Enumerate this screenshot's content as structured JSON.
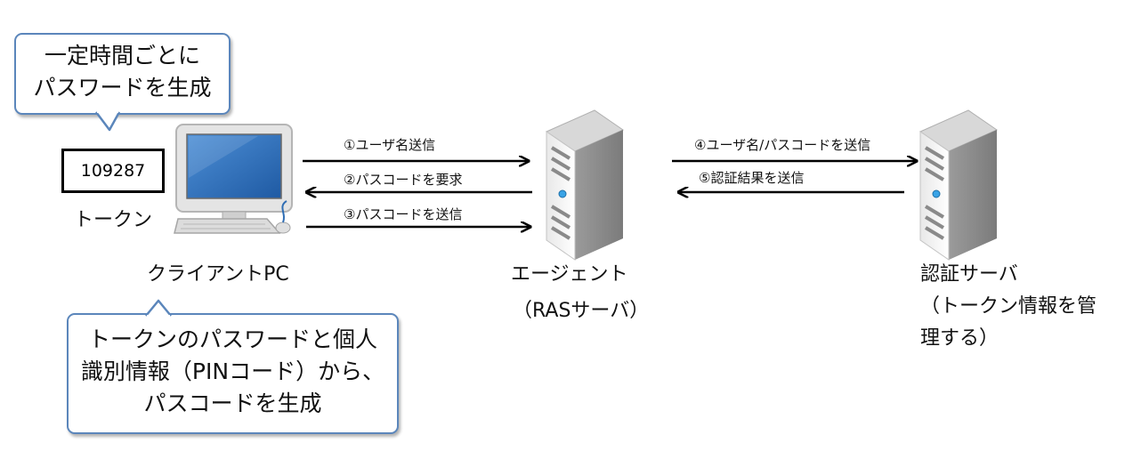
{
  "callout_top": {
    "lines": [
      "一定時間ごとに",
      "パスワードを生成"
    ]
  },
  "token": {
    "code": "109287",
    "label": "トークン"
  },
  "client": {
    "label": "クライアントPC"
  },
  "callout_bottom": {
    "lines": [
      "トークンのパスワードと個人",
      "識別情報（PINコード）から、",
      "パスコードを生成"
    ]
  },
  "agent": {
    "label": "エージェント",
    "sublabel": "（RASサーバ）"
  },
  "auth_server": {
    "lines": [
      "認証サーバ",
      "（トークン情報を管",
      "理する）"
    ]
  },
  "messages": {
    "m1": "①ユーザ名送信",
    "m2": "②パスコードを要求",
    "m3": "③パスコードを送信",
    "m4": "④ユーザ名/パスコードを送信",
    "m5": "⑤認証結果を送信"
  },
  "colors": {
    "callout_border": "#5b86bb",
    "arrow": "#000000",
    "monitor_screen": "#2f6db4"
  }
}
